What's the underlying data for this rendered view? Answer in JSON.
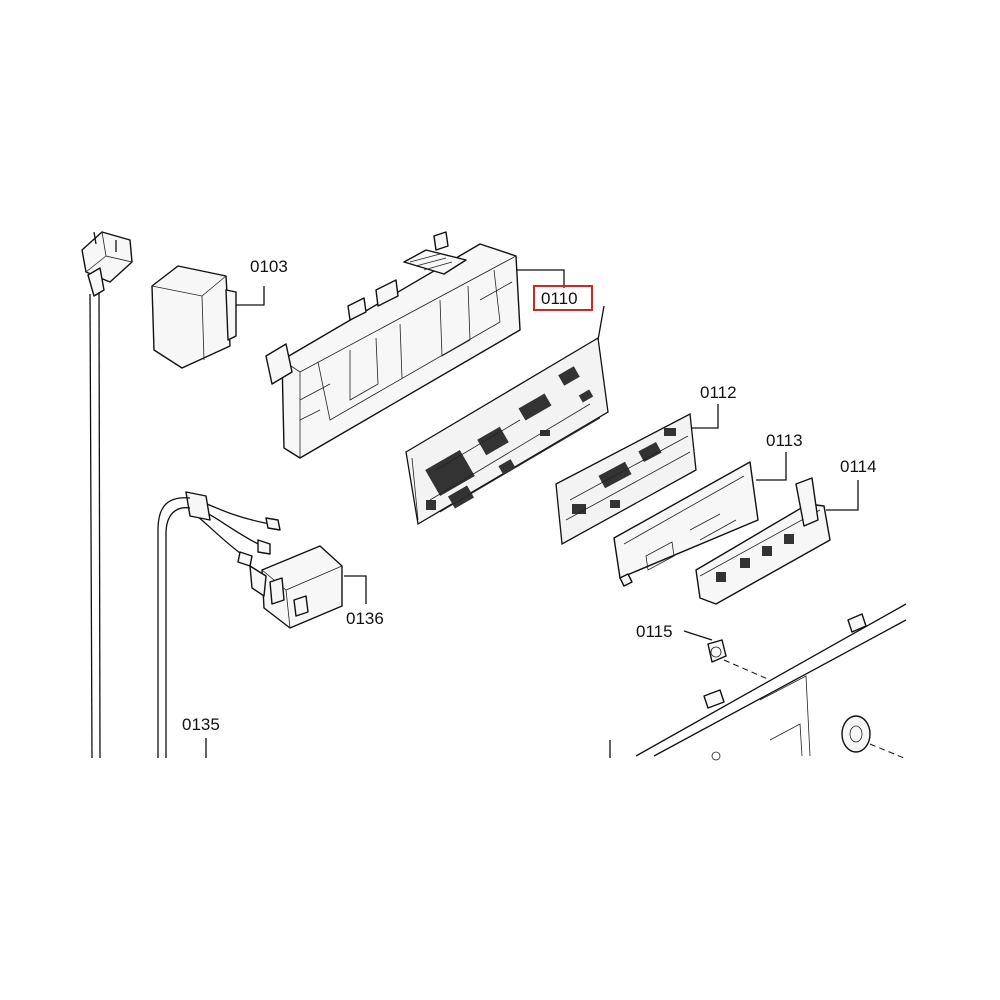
{
  "labels": {
    "p0103": "0103",
    "p0110": "0110",
    "p0112": "0112",
    "p0113": "0113",
    "p0114": "0114",
    "p0115": "0115",
    "p0135": "0135",
    "p0136": "0136"
  },
  "highlighted_part": "0110",
  "highlight_color": "#e0201b"
}
